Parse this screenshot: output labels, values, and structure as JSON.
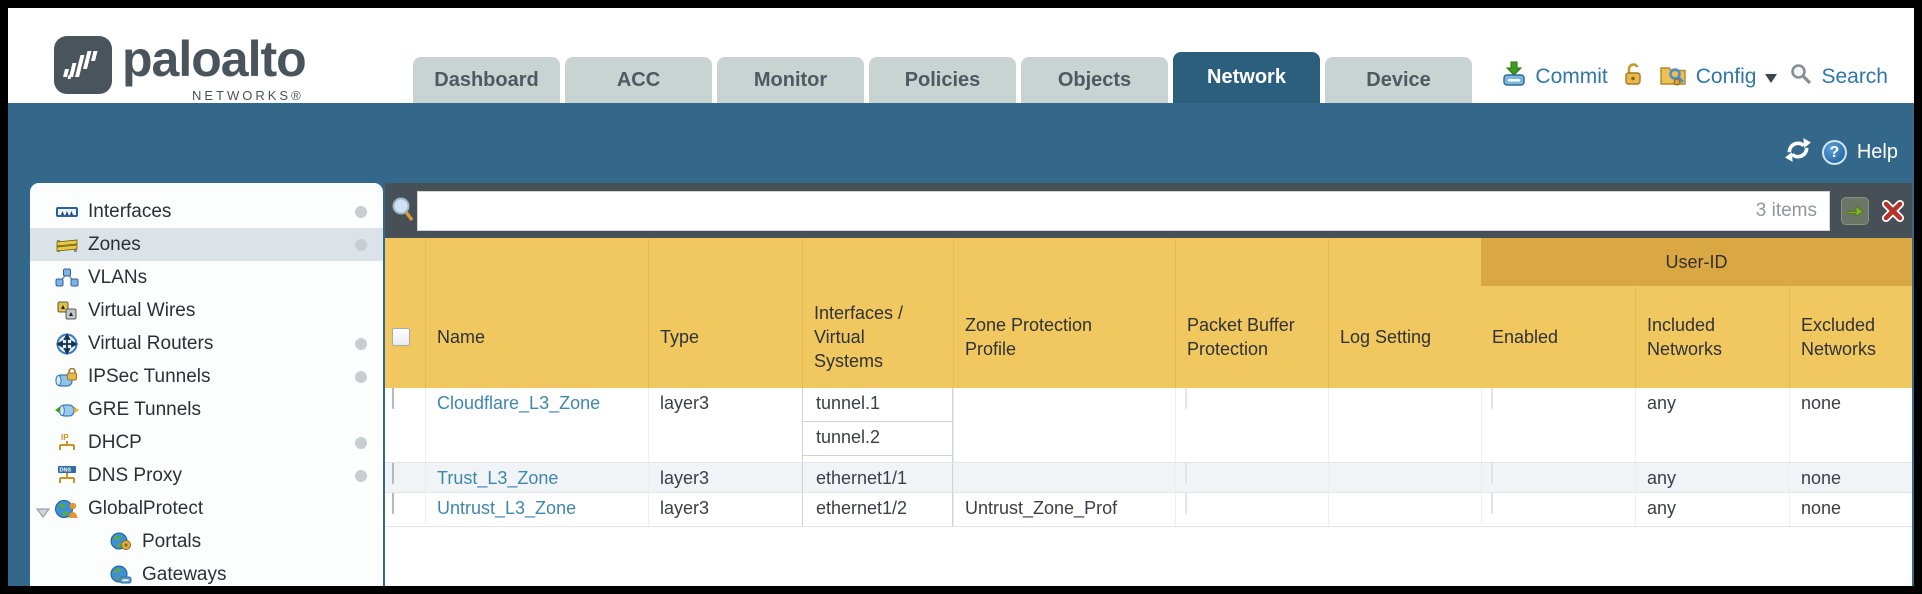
{
  "logo": {
    "brand": "paloalto",
    "sub": "NETWORKS®"
  },
  "nav": {
    "tabs": [
      {
        "label": "Dashboard",
        "active": false
      },
      {
        "label": "ACC",
        "active": false
      },
      {
        "label": "Monitor",
        "active": false
      },
      {
        "label": "Policies",
        "active": false
      },
      {
        "label": "Objects",
        "active": false
      },
      {
        "label": "Network",
        "active": true
      },
      {
        "label": "Device",
        "active": false
      }
    ]
  },
  "top_actions": {
    "commit": "Commit",
    "config": "Config",
    "search": "Search"
  },
  "band_actions": {
    "help": "Help"
  },
  "filter": {
    "items_count": "3 items",
    "query": ""
  },
  "sidebar": {
    "selected": "Zones",
    "items": [
      {
        "label": "Interfaces",
        "has_dot": true
      },
      {
        "label": "Zones",
        "has_dot": true
      },
      {
        "label": "VLANs",
        "has_dot": false
      },
      {
        "label": "Virtual Wires",
        "has_dot": false
      },
      {
        "label": "Virtual Routers",
        "has_dot": true
      },
      {
        "label": "IPSec Tunnels",
        "has_dot": true
      },
      {
        "label": "GRE Tunnels",
        "has_dot": false
      },
      {
        "label": "DHCP",
        "has_dot": true
      },
      {
        "label": "DNS Proxy",
        "has_dot": true
      },
      {
        "label": "GlobalProtect",
        "has_dot": false,
        "expanded": true
      },
      {
        "label": "Portals",
        "has_dot": false,
        "child": true
      },
      {
        "label": "Gateways",
        "has_dot": false,
        "child": true
      }
    ]
  },
  "table": {
    "group_header": "User-ID",
    "columns": [
      "Name",
      "Type",
      "Interfaces / Virtual Systems",
      "Zone Protection Profile",
      "Packet Buffer Protection",
      "Log Setting"
    ],
    "user_id_columns": [
      "Enabled",
      "Included Networks",
      "Excluded Networks"
    ],
    "rows": [
      {
        "name": "Cloudflare_L3_Zone",
        "type": "layer3",
        "interfaces": [
          "tunnel.1",
          "tunnel.2"
        ],
        "zone_protection_profile": "",
        "packet_buffer_protection": false,
        "log_setting": "",
        "user_id_enabled": false,
        "included_networks": "any",
        "excluded_networks": "none"
      },
      {
        "name": "Trust_L3_Zone",
        "type": "layer3",
        "interfaces": [
          "ethernet1/1"
        ],
        "zone_protection_profile": "",
        "packet_buffer_protection": false,
        "log_setting": "",
        "user_id_enabled": false,
        "included_networks": "any",
        "excluded_networks": "none"
      },
      {
        "name": "Untrust_L3_Zone",
        "type": "layer3",
        "interfaces": [
          "ethernet1/2"
        ],
        "zone_protection_profile": "Untrust_Zone_Prof",
        "packet_buffer_protection": false,
        "log_setting": "",
        "user_id_enabled": false,
        "included_networks": "any",
        "excluded_networks": "none"
      }
    ]
  }
}
